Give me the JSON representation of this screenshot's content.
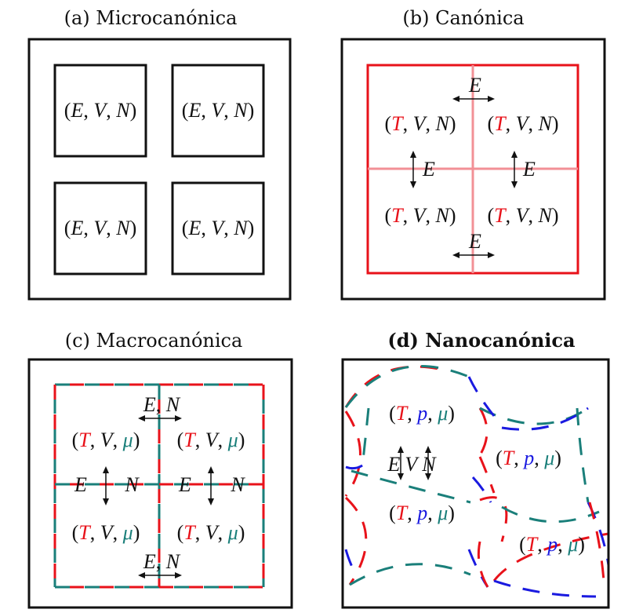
{
  "colors": {
    "black": "#111111",
    "red": "#e8121a",
    "light_red": "#f29096",
    "teal": "#1a7f7a",
    "blue": "#1a1ae0"
  },
  "panels": [
    {
      "id": "a",
      "title": "(a) Microcanónica",
      "cells": [
        {
          "E": "E",
          "V": "V",
          "N": "N"
        },
        {
          "E": "E",
          "V": "V",
          "N": "N"
        },
        {
          "E": "E",
          "V": "V",
          "N": "N"
        },
        {
          "E": "E",
          "V": "V",
          "N": "N"
        }
      ]
    },
    {
      "id": "b",
      "title": "(b) Canónica",
      "cells": [
        {
          "T": "T",
          "V": "V",
          "N": "N"
        },
        {
          "T": "T",
          "V": "V",
          "N": "N"
        },
        {
          "T": "T",
          "V": "V",
          "N": "N"
        },
        {
          "T": "T",
          "V": "V",
          "N": "N"
        }
      ],
      "exchange_labels": [
        "E",
        "E",
        "E",
        "E"
      ]
    },
    {
      "id": "c",
      "title": "(c) Macrocanónica",
      "cells": [
        {
          "T": "T",
          "V": "V",
          "mu": "μ"
        },
        {
          "T": "T",
          "V": "V",
          "mu": "μ"
        },
        {
          "T": "T",
          "V": "V",
          "mu": "μ"
        },
        {
          "T": "T",
          "V": "V",
          "mu": "μ"
        }
      ],
      "exchange_labels": {
        "top": {
          "E": "E",
          "N": "N"
        },
        "bottom": {
          "E": "E",
          "N": "N"
        },
        "left": {
          "E": "E",
          "N": "N"
        },
        "right": {
          "E": "E",
          "N": "N"
        }
      }
    },
    {
      "id": "d",
      "title": "(d) Nanocanónica",
      "cells": [
        {
          "T": "T",
          "p": "p",
          "mu": "μ"
        },
        {
          "T": "T",
          "p": "p",
          "mu": "μ"
        },
        {
          "T": "T",
          "p": "p",
          "mu": "μ"
        },
        {
          "T": "T",
          "p": "p",
          "mu": "μ"
        }
      ],
      "exchange_labels": {
        "E": "E",
        "V": "V",
        "N": "N"
      }
    }
  ]
}
